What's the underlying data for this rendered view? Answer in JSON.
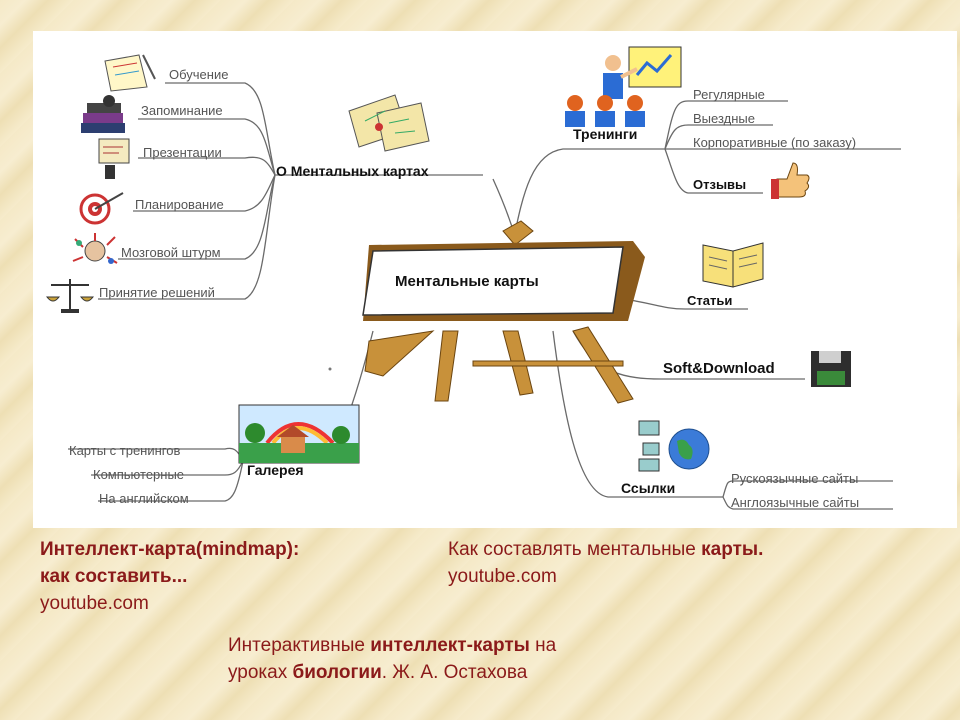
{
  "map": {
    "center": "Ментальные карты",
    "about": {
      "title": "О Ментальных картах",
      "items": [
        "Обучение",
        "Запоминание",
        "Презентации",
        "Планирование",
        "Мозговой штурм",
        "Принятие решений"
      ]
    },
    "trainings": {
      "title": "Тренинги",
      "items": [
        "Регулярные",
        "Выездные",
        "Корпоративные (по заказу)"
      ],
      "reviews": "Отзывы"
    },
    "articles": "Статьи",
    "soft": "Soft&Download",
    "links": {
      "title": "Ссылки",
      "items": [
        "Рускоязычные сайты",
        "Англоязычные сайты"
      ]
    },
    "gallery": {
      "title": "Галерея",
      "items": [
        "Карты с тренингов",
        "Компьютерные",
        "На английском"
      ]
    }
  },
  "refs": {
    "r1_line1": "Интеллект-карта(mindmap):",
    "r1_line2": "как составить...",
    "r1_line3": "youtube.com",
    "r2_pre": "Как составлять ментальные ",
    "r2_bold": "карты.",
    "r2_line2": "youtube.com",
    "r3_a": "Интерактивные ",
    "r3_b": "интеллект-карты",
    "r3_c": " на",
    "r3_d": "уроках ",
    "r3_e": "биологии",
    "r3_f": ". Ж. А. Остахова"
  }
}
